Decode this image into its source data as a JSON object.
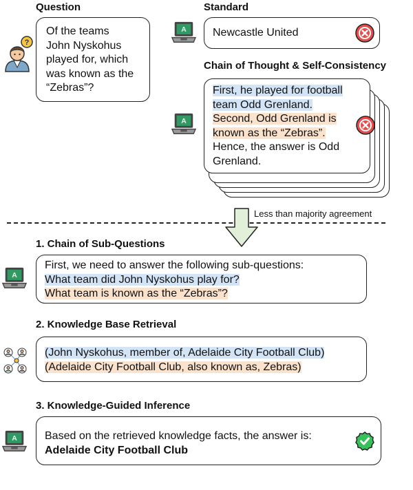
{
  "question": {
    "heading": "Question",
    "text_lines": [
      "Of the teams",
      "John Nyskohus",
      "played for, which",
      "was known as the",
      "“Zebras”?"
    ]
  },
  "standard": {
    "heading": "Standard",
    "answer": "Newcastle United"
  },
  "cot": {
    "heading": "Chain of Thought & Self-Consistency",
    "lines": [
      {
        "text": "First, he played for football",
        "hl": "blue"
      },
      {
        "text": "team Odd Grenland.",
        "hl": "blue"
      },
      {
        "text": "Second, Odd Grenland is",
        "hl": "orange"
      },
      {
        "text": "known as the “Zebras”.",
        "hl": "orange"
      },
      {
        "text": "Hence, the answer is Odd",
        "hl": ""
      },
      {
        "text": "Grenland.",
        "hl": ""
      }
    ]
  },
  "arrow_label": "Less than majority agreement",
  "step1": {
    "heading": "1. Chain of Sub-Questions",
    "intro": "First, we need to answer the following sub-questions:",
    "q1": "What team did John Nyskohus play for?",
    "q2": "What team is known as the “Zebras”?"
  },
  "step2": {
    "heading": "2. Knowledge Base Retrieval",
    "fact1": "(John Nyskohus, member of, Adelaide City Football Club)",
    "fact2": "(Adelaide City Football Club, also known as, Zebras)"
  },
  "step3": {
    "heading": "3. Knowledge-Guided Inference",
    "intro": "Based on the retrieved knowledge facts, the answer is:",
    "answer": "Adelaide City Football Club"
  },
  "icons": {
    "robot": "robot-laptop-icon",
    "person": "person-question-icon",
    "wrong": "wrong-mark-icon",
    "correct": "correct-mark-icon",
    "network": "people-network-icon"
  },
  "colors": {
    "highlight_blue": "#d3e4f6",
    "highlight_orange": "#fbe2cc",
    "wrong": "#e94b4b",
    "correct": "#36c15a",
    "robot_screen": "#2e8b57",
    "arrow_fill": "#e2efd9"
  }
}
